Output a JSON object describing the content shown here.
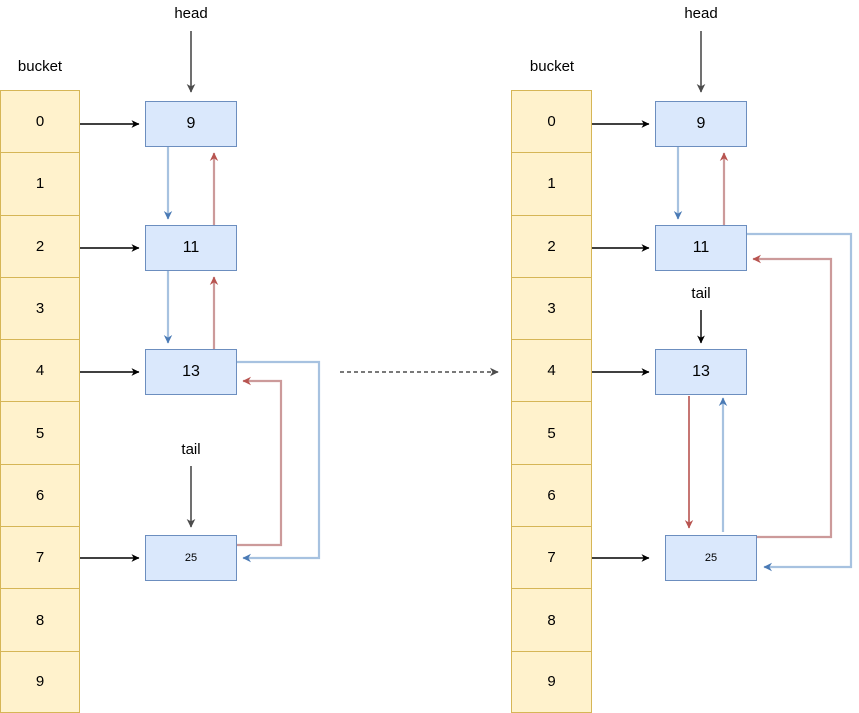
{
  "diagram": {
    "title_absent": true,
    "colors": {
      "bucket_fill": "#fff2cc",
      "bucket_stroke": "#d6b656",
      "node_fill": "#dae8fc",
      "node_stroke": "#6c8ebf",
      "next_arrow": "#a7c2e0",
      "next_arrow_head": "#4a7ab5",
      "prev_arrow": "#cc9a9a",
      "prev_arrow_head": "#b85450",
      "pointer_arrow": "#4d4d4d",
      "bucket_arrow": "#000000",
      "transition_arrow": "#666666"
    },
    "panels": [
      {
        "id": "before",
        "bucket_label": "bucket",
        "bucket_indices": [
          "0",
          "1",
          "2",
          "3",
          "4",
          "5",
          "6",
          "7",
          "8",
          "9"
        ],
        "head_label": "head",
        "head_points_to": "9",
        "tail_label": "tail",
        "tail_points_to": "25",
        "nodes": [
          {
            "value": "9",
            "bucket": "0",
            "small": false
          },
          {
            "value": "11",
            "bucket": "2",
            "small": false
          },
          {
            "value": "13",
            "bucket": "4",
            "small": false
          },
          {
            "value": "25",
            "bucket": "7",
            "small": true
          }
        ],
        "list_order": [
          "9",
          "11",
          "13",
          "25"
        ],
        "links": [
          {
            "from": "9",
            "to": "11",
            "kind": "next"
          },
          {
            "from": "11",
            "to": "9",
            "kind": "prev"
          },
          {
            "from": "11",
            "to": "13",
            "kind": "next"
          },
          {
            "from": "13",
            "to": "11",
            "kind": "prev"
          },
          {
            "from": "13",
            "to": "25",
            "kind": "next"
          },
          {
            "from": "25",
            "to": "13",
            "kind": "prev"
          }
        ]
      },
      {
        "id": "after",
        "bucket_label": "bucket",
        "bucket_indices": [
          "0",
          "1",
          "2",
          "3",
          "4",
          "5",
          "6",
          "7",
          "8",
          "9"
        ],
        "head_label": "head",
        "head_points_to": "9",
        "tail_label": "tail",
        "tail_points_to": "13",
        "nodes": [
          {
            "value": "9",
            "bucket": "0",
            "small": false
          },
          {
            "value": "11",
            "bucket": "2",
            "small": false
          },
          {
            "value": "13",
            "bucket": "4",
            "small": false
          },
          {
            "value": "25",
            "bucket": "7",
            "small": true
          }
        ],
        "list_order": [
          "9",
          "11",
          "25",
          "13"
        ],
        "links": [
          {
            "from": "9",
            "to": "11",
            "kind": "next"
          },
          {
            "from": "11",
            "to": "9",
            "kind": "prev"
          },
          {
            "from": "11",
            "to": "25",
            "kind": "next"
          },
          {
            "from": "25",
            "to": "11",
            "kind": "prev"
          },
          {
            "from": "25",
            "to": "13",
            "kind": "next"
          },
          {
            "from": "13",
            "to": "25",
            "kind": "prev"
          }
        ]
      }
    ],
    "transition": {
      "style": "dashed",
      "label": ""
    }
  }
}
